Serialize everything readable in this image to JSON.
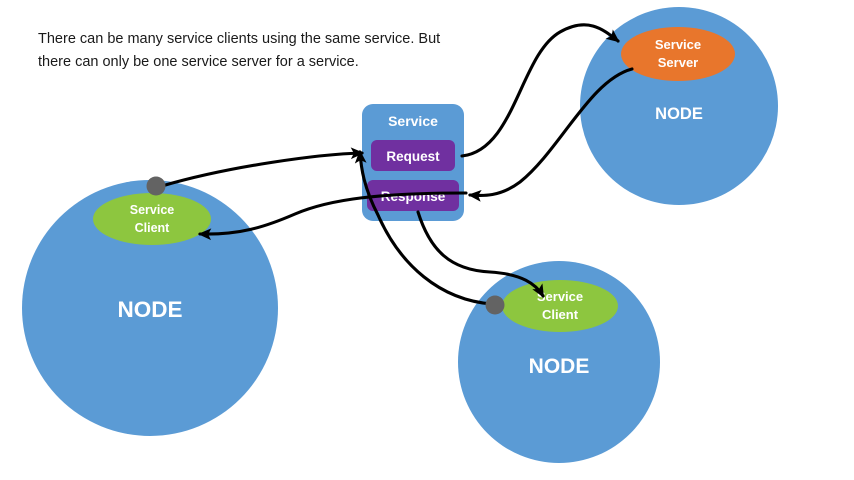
{
  "caption": {
    "text": "There can be many service clients using the same service. But\nthere can only be one service server for a service."
  },
  "colors": {
    "node_blue": "#5B9BD5",
    "service_box_blue": "#5B9BD5",
    "request_purple": "#7030A0",
    "response_purple": "#7030A0",
    "server_orange": "#E8762C",
    "client_green": "#8DC63F",
    "connector_dot_gray": "#636363",
    "arrow_black": "#000000",
    "text_white": "#FFFFFF",
    "caption_text": "#1A1A1A",
    "background": "#FFFFFF"
  },
  "service": {
    "title": "Service",
    "request_label": "Request",
    "response_label": "Response"
  },
  "nodes": [
    {
      "id": "node-server",
      "label": "NODE",
      "component_label_line1": "Service",
      "component_label_line2": "Server",
      "component_role": "server",
      "has_connector_dot": false
    },
    {
      "id": "node-client-left",
      "label": "NODE",
      "component_label_line1": "Service",
      "component_label_line2": "Client",
      "component_role": "client",
      "has_connector_dot": true
    },
    {
      "id": "node-client-bottom",
      "label": "NODE",
      "component_label_line1": "Service",
      "component_label_line2": "Client",
      "component_role": "client",
      "has_connector_dot": true
    }
  ],
  "edges": [
    {
      "id": "edge-request-to-server",
      "from": "service.request",
      "to": "node-server.service-server",
      "arrowhead": "end"
    },
    {
      "id": "edge-server-to-response",
      "from": "node-server.service-server",
      "to": "service.response",
      "arrowhead": "end"
    },
    {
      "id": "edge-leftclient-to-request",
      "from": "node-client-left.connector-dot",
      "to": "service.request",
      "arrowhead": "end"
    },
    {
      "id": "edge-response-to-leftclient",
      "from": "service.response",
      "to": "node-client-left.service-client",
      "arrowhead": "end"
    },
    {
      "id": "edge-bottomclient-to-request",
      "from": "node-client-bottom.connector-dot",
      "to": "service.request",
      "arrowhead": "end"
    },
    {
      "id": "edge-response-to-bottomclient",
      "from": "service.response",
      "to": "node-client-bottom.service-client",
      "arrowhead": "end"
    }
  ]
}
